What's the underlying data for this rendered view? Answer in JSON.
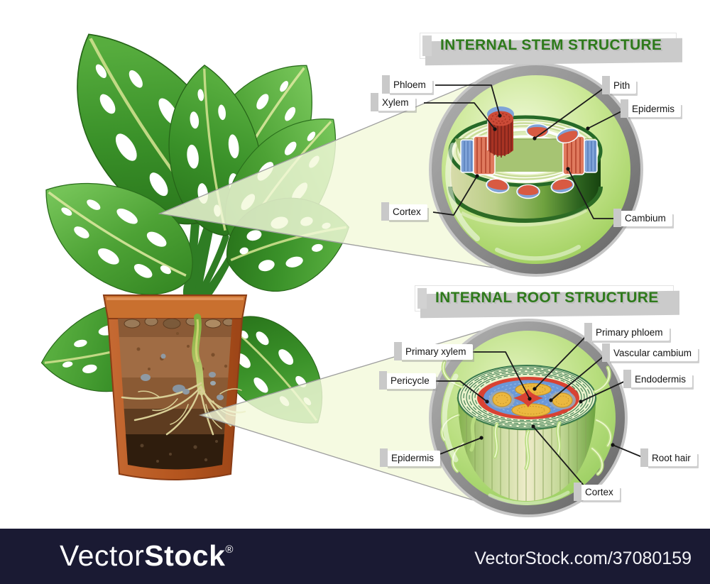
{
  "stem": {
    "title": "INTERNAL STEM STRUCTURE",
    "labels": [
      {
        "text": "Phloem"
      },
      {
        "text": "Xylem"
      },
      {
        "text": "Pith"
      },
      {
        "text": "Epidermis"
      },
      {
        "text": "Cortex"
      },
      {
        "text": "Cambium"
      }
    ]
  },
  "root": {
    "title": "INTERNAL ROOT STRUCTURE",
    "labels": [
      {
        "text": "Primary xylem"
      },
      {
        "text": "Pericycle"
      },
      {
        "text": "Primary phloem"
      },
      {
        "text": "Vascular cambium"
      },
      {
        "text": "Endodermis"
      },
      {
        "text": "Epidermis"
      },
      {
        "text": "Root hair"
      },
      {
        "text": "Cortex"
      }
    ]
  },
  "watermark": {
    "brand_regular": "Vector",
    "brand_bold": "Stock",
    "registered_mark": "®",
    "url_text": "VectorStock.com/37080159"
  },
  "colors": {
    "title_green": "#2e7a1b",
    "watermark_navy": "#1a1a33",
    "lens_green": "#a8d468",
    "ring_gray": "#8a8a8a",
    "wedge_fill": "#f3f9db",
    "leaf_green": "#3f9a2c",
    "pot_terracotta": "#b5561f",
    "phloem_blue": "#7fa3d8",
    "xylem_red": "#cc4b38",
    "endodermis_red": "#d84233",
    "xylem_yellow": "#ecb83f",
    "label_line": "#1b1b1b"
  }
}
